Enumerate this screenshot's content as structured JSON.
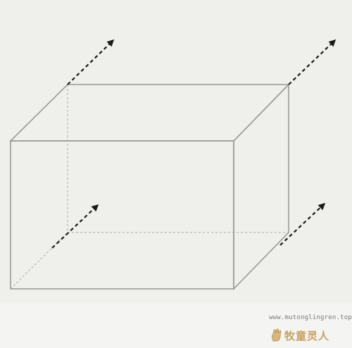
{
  "diagram": {
    "type": "wireframe-cuboid-with-arrows",
    "colors": {
      "background": "#efefec",
      "edge": "#9a9a9a",
      "hidden_edge": "#b0b0b0",
      "arrow": "#1a1a1a"
    },
    "arrow_count": 4,
    "arrow_style": "dashed-with-solid-head"
  },
  "watermark": {
    "url": "www.mutonglingren.top",
    "brand": "牧童灵人",
    "logo_icon": "hand-icon",
    "brand_color": "#c8a060"
  }
}
